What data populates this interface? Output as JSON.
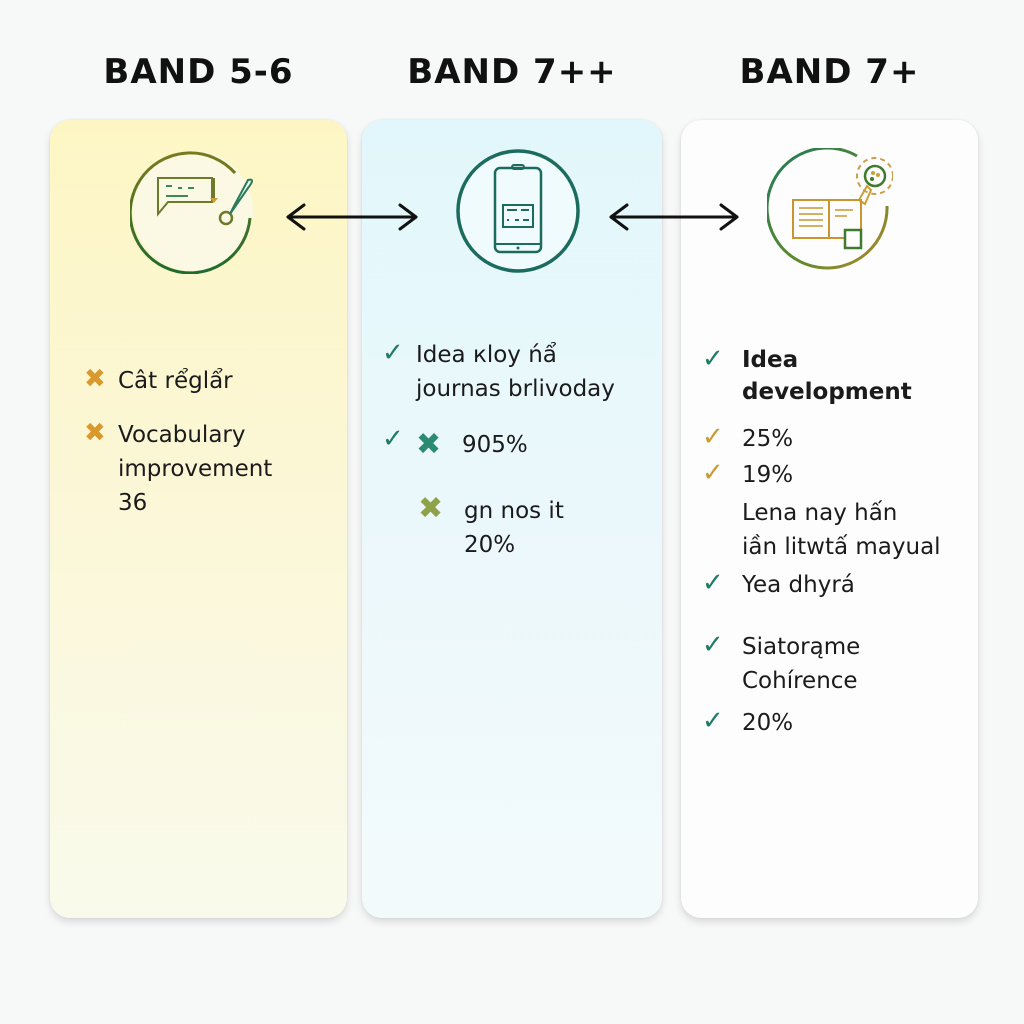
{
  "columns": [
    {
      "heading": "BAND 5-6",
      "icon": "chat-quill-icon",
      "card_color": "#fbf7d6",
      "items": [
        {
          "mark": "cross",
          "mark_color": "#d9992e",
          "text": "Cât rểglẩr"
        },
        {
          "mark": "cross",
          "mark_color": "#d9992e",
          "text": "Vocabulary\nimprovement\n36"
        }
      ]
    },
    {
      "heading": "BAND 7++",
      "icon": "tablet-icon",
      "card_color": "#e6f7fb",
      "items": [
        {
          "mark": "check",
          "mark_color": "#1f7a66",
          "text": "Idea кloy ńẩ\njournas brlivoday"
        },
        {
          "mark": "check",
          "mark_color": "#1f7a66",
          "sub_mark": "cross",
          "sub_mark_color": "#2b8a72",
          "text": "905%"
        },
        {
          "mark": "cross",
          "mark_color": "#8fa24a",
          "text": "gn nos it\n20%"
        }
      ]
    },
    {
      "heading": "BAND 7+",
      "icon": "book-magnifier-icon",
      "card_color": "#fdfdfd",
      "items": [
        {
          "mark": "check",
          "mark_color": "#1f7a66",
          "text": "Idea\ndevelopment",
          "bold": true
        },
        {
          "mark": "check",
          "mark_color": "#c99a35",
          "text": "25%"
        },
        {
          "mark": "check",
          "mark_color": "#c99a35",
          "text": "19%"
        },
        {
          "mark": "none",
          "text": "Lena nay hấn\niần litwtấ mayual"
        },
        {
          "mark": "check",
          "mark_color": "#1f7a66",
          "text": "Yea dhyrá"
        },
        {
          "mark": "check",
          "mark_color": "#1f7a66",
          "text": "Siatorąme\nCohírence"
        },
        {
          "mark": "check",
          "mark_color": "#1f7a66",
          "text": "20%"
        }
      ]
    }
  ],
  "connectors": [
    {
      "from": "BAND 5-6",
      "to": "BAND 7++",
      "type": "double-arrow"
    },
    {
      "from": "BAND 7++",
      "to": "BAND 7+",
      "type": "double-arrow"
    }
  ],
  "glyphs": {
    "check": "✓",
    "cross": "✖"
  }
}
